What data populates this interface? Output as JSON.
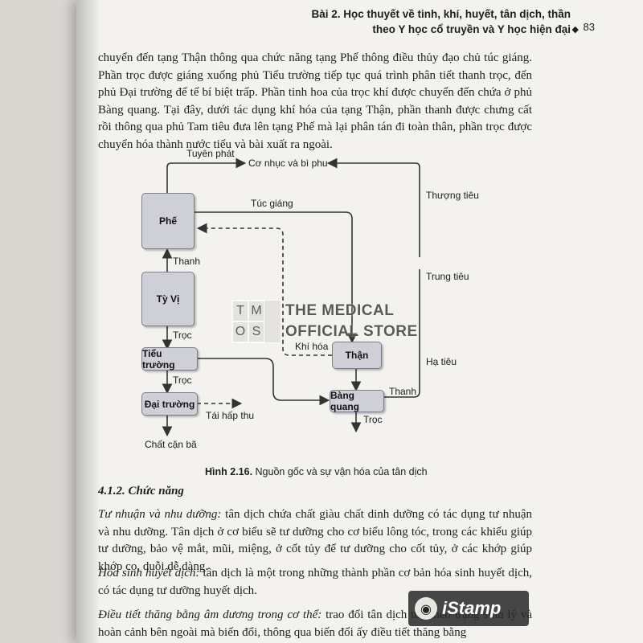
{
  "header": {
    "line1": "Bài 2. Học thuyết về tinh, khí, huyết, tân dịch, thần",
    "line2": "theo Y học cổ truyền và Y học hiện đại",
    "diamond": "◆",
    "page_number": "83"
  },
  "paragraph_top": "chuyển đến tạng Thận thông qua chức năng tạng Phế thông điều thủy đạo chủ túc giáng. Phần trọc được giáng xuống phủ Tiểu trường tiếp tục quá trình phân tiết thanh trọc, đến phủ Đại trường để tế bí biệt trấp. Phần tinh hoa của trọc khí được chuyển đến chứa ở phủ Bàng quang. Tại đây, dưới tác dụng khí hóa của tạng Thận, phần thanh được chưng cất rồi thông qua phủ Tam tiêu đưa lên tạng Phế mà lại phân tán đi toàn thân, phần trọc được chuyển hóa thành nước tiểu và bài xuất ra ngoài.",
  "diagram": {
    "boxes": {
      "phe": "Phế",
      "ty_vi": "Tỳ Vị",
      "tieu_truong": "Tiểu trường",
      "dai_truong": "Đại trường",
      "than": "Thận",
      "bang_quang": "Bàng quang"
    },
    "labels": {
      "tuyen_phat": "Tuyên phát",
      "co_nhuc": "Cơ nhục và bì phu",
      "tuc_giang": "Túc giáng",
      "thuong_tieu": "Thượng tiêu",
      "thanh_1": "Thanh",
      "trung_tieu": "Trung tiêu",
      "troc_1": "Trọc",
      "khi_hoa": "Khí hóa",
      "ha_tieu": "Hạ tiêu",
      "troc_2": "Trọc",
      "thanh_2": "Thanh",
      "tai_hap_thu": "Tái hấp thu",
      "troc_3": "Trọc",
      "chat_can_ba": "Chất cặn bã"
    }
  },
  "caption": {
    "number": "Hình 2.16.",
    "text": " Nguồn gốc và sự vận hóa của tân dịch"
  },
  "section": {
    "heading": "4.1.2. Chức năng",
    "p1_term": "Tư nhuận và nhu dưỡng:",
    "p1_text": " tân dịch chứa chất giàu chất dinh dưỡng có tác dụng tư nhuận và nhu dưỡng. Tân dịch ở cơ biểu sẽ tư dưỡng cho cơ biểu lông tóc, trong các khiếu giúp tư dưỡng, bảo vệ mắt, mũi, miệng, ở cốt tủy để tư dưỡng cho cốt tủy, ở các khớp giúp khớp co, duỗi dễ dàng.",
    "p2_term": "Hóa sinh huyết dịch:",
    "p2_text": " tân dịch là một trong những thành phần cơ bản hóa sinh huyết dịch, có tác dụng tư dưỡng huyết dịch.",
    "p3_term": "Điều tiết thăng bằng âm dương trong cơ thể:",
    "p3_text": " trao đổi tân dịch tùy theo trạng sinh lý và hoàn cảnh bên ngoài mà biến đổi, thông qua biến đổi ấy điều tiết thăng bằng"
  },
  "watermark": {
    "grid": [
      "T",
      "M",
      "O",
      "S"
    ],
    "line1": "THE MEDICAL",
    "line2": "OFFICIAL STORE",
    "stamp_icon": "camera-icon",
    "stamp_text": "iStamp"
  }
}
